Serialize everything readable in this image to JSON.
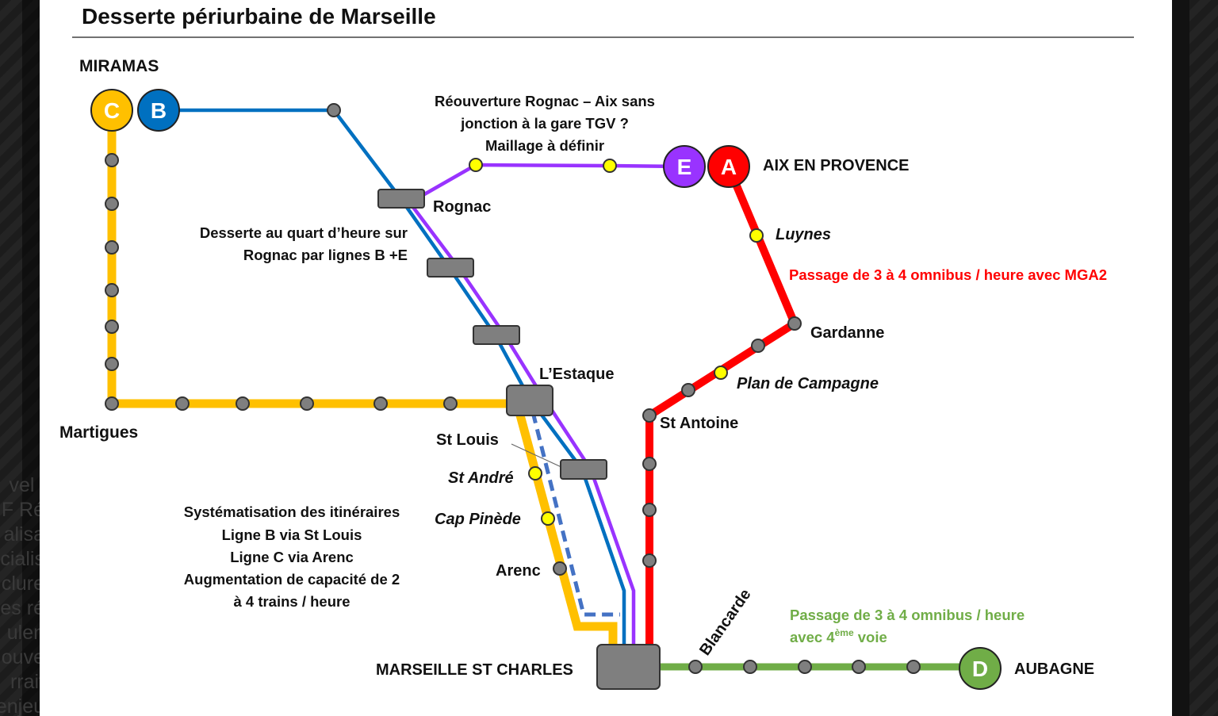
{
  "background_fragments": [
    "vel i",
    "F Ré",
    "alisa",
    "cialis",
    "clure",
    "es ré",
    "ulen",
    "ouve",
    "rrait",
    "enjeu"
  ],
  "title": "Desserte périurbaine de Marseille",
  "colors": {
    "line_A": "#FF0000",
    "line_B": "#0070C0",
    "line_C": "#FFC000",
    "line_D": "#70AD47",
    "line_E": "#9933FF",
    "station": "#7F7F7F",
    "new_station": "#FFFF00"
  },
  "line_badges": {
    "A": "A",
    "B": "B",
    "C": "C",
    "D": "D",
    "E": "E"
  },
  "stations": {
    "miramas": "MIRAMAS",
    "martigues": "Martigues",
    "rognac": "Rognac",
    "lestaque": "L’Estaque",
    "st_louis": "St Louis",
    "st_andre": "St André",
    "cap_pinede": "Cap Pinède",
    "arenc": "Arenc",
    "marseille": "MARSEILLE ST CHARLES",
    "aix": "AIX EN PROVENCE",
    "luynes": "Luynes",
    "gardanne": "Gardanne",
    "plan_de_campagne": "Plan de Campagne",
    "st_antoine": "St Antoine",
    "blancarde": "Blancarde",
    "aubagne": "AUBAGNE"
  },
  "notes": {
    "rognac_aix": [
      "Réouverture Rognac – Aix sans",
      "jonction  à la gare TGV ?",
      "Maillage à définir"
    ],
    "quart_heure": [
      "Desserte au quart d’heure sur",
      "Rognac par lignes B +E"
    ],
    "systematisation": [
      "Systématisation des itinéraires",
      "Ligne B via St Louis",
      "Ligne C via Arenc",
      "Augmentation de capacité de 2",
      "à 4 trains / heure"
    ],
    "line_a": "Passage de 3 à 4 omnibus  / heure avec MGA2",
    "line_d_1": "Passage de 3 à 4 omnibus  / heure",
    "line_d_2a": "avec 4",
    "line_d_2sup": "ème",
    "line_d_2b": " voie"
  }
}
